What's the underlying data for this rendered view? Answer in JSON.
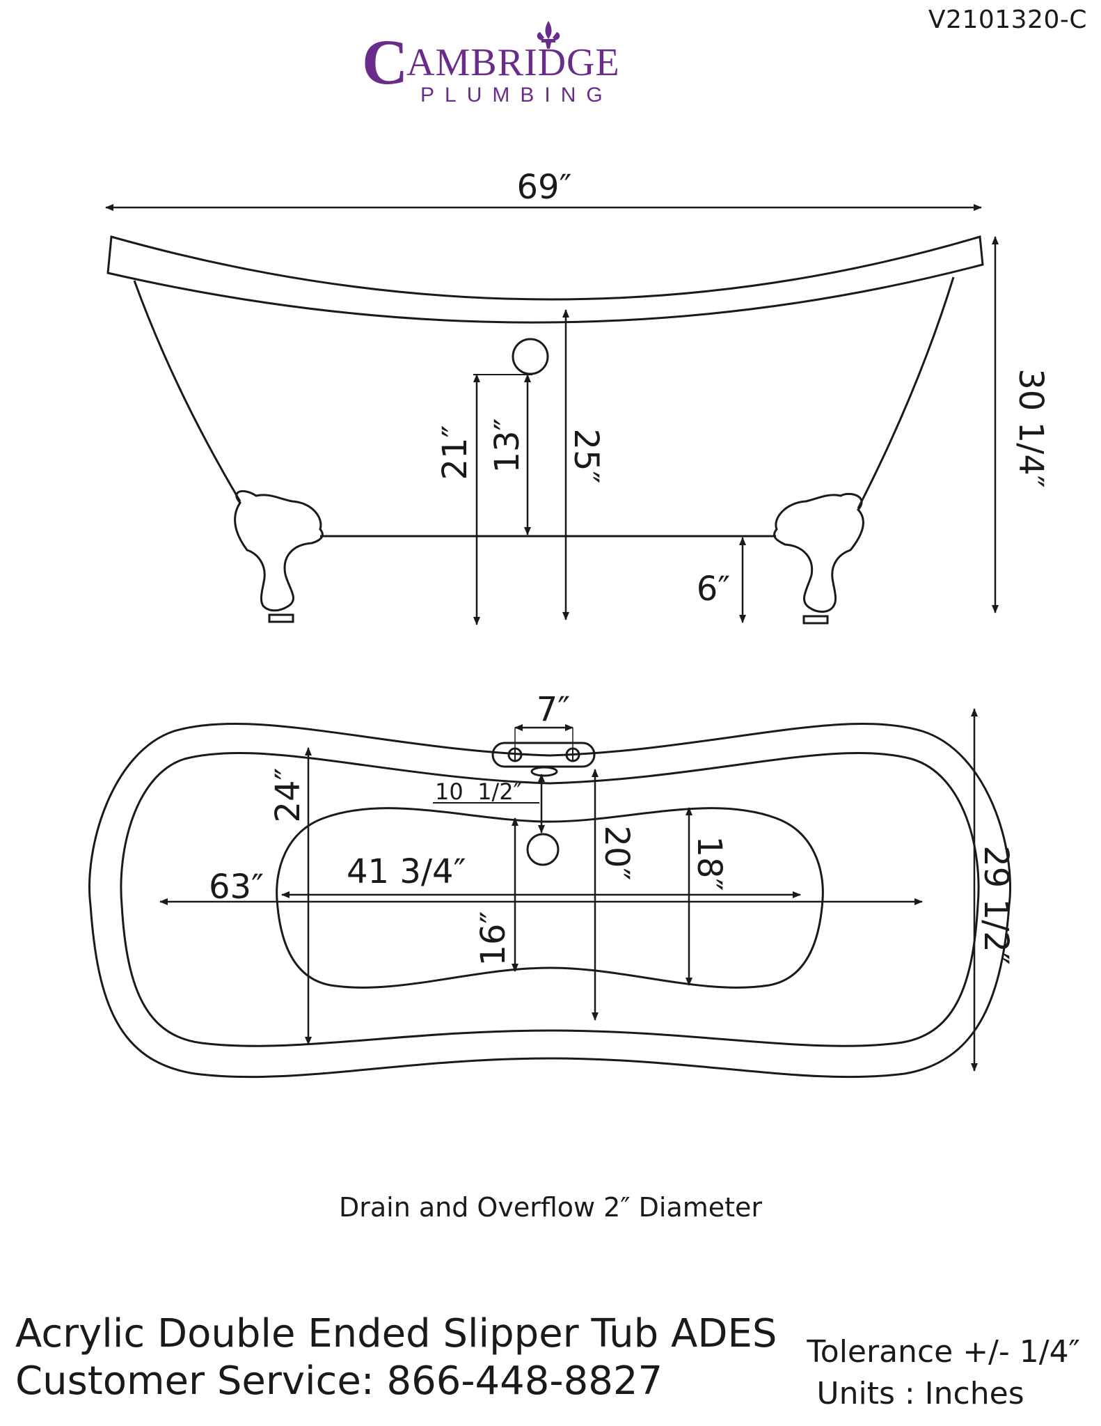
{
  "document_code": "V2101320-C",
  "logo": {
    "brand": "CAMBRIDGE",
    "sub": "PLUMBING",
    "color": "#6a2c8a"
  },
  "side_view": {
    "overall_length": "69″",
    "overall_height": "30 1/4″",
    "overflow_height": "21″",
    "drain_height": "13″",
    "interior_depth": "25″",
    "floor_clearance": "6″"
  },
  "top_view": {
    "faucet_spacing": "7″",
    "drain_offset": "10  1/2″",
    "exterior_length": "63″",
    "interior_length_bottom": "41 3/4″",
    "interior_width_top": "24″",
    "interior_width_center": "20″",
    "bottom_width_right": "18″",
    "bottom_width_center": "16″",
    "exterior_width": "29 1/2″"
  },
  "note": "Drain and Overflow 2″ Diameter",
  "footer": {
    "product": "Acrylic Double Ended Slipper Tub ADES",
    "service": "Customer Service: 866-448-8827",
    "tolerance": "Tolerance +/- 1/4″",
    "units": "Units : Inches"
  },
  "colors": {
    "line": "#1a1a1a",
    "brand": "#6a2c8a"
  }
}
